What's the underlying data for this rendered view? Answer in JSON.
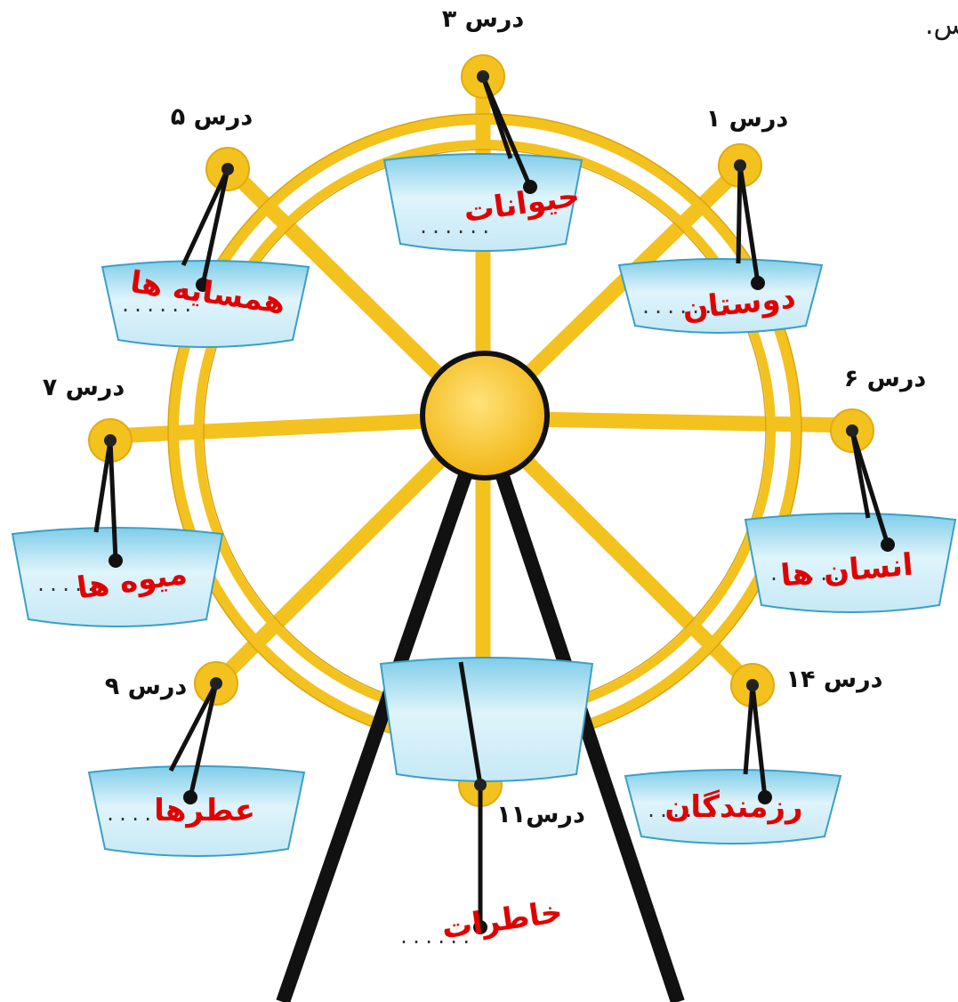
{
  "instruction": "بنویس.",
  "colors": {
    "frame": "#f3c21f",
    "frame_dark": "#c99a0a",
    "hub": "#f6c82a",
    "leg": "#111111",
    "cabin_light": "#dff4fb",
    "cabin_dark": "#7ccbe8",
    "answer": "#e10000"
  },
  "cabins": [
    {
      "lesson": "درس ۳",
      "answer": "حیوانات",
      "dots": "......"
    },
    {
      "lesson": "درس ۱",
      "answer": "دوستان",
      "dots": "......"
    },
    {
      "lesson": "درس ۶",
      "answer": "انسان ها",
      "dots": "......"
    },
    {
      "lesson": "درس ۱۴",
      "answer": "رزمندگان",
      "dots": "......"
    },
    {
      "lesson": "درس۱۱",
      "answer": "خاطرات",
      "dots": "......"
    },
    {
      "lesson": "درس ۹",
      "answer": "عطرها",
      "dots": "......"
    },
    {
      "lesson": "درس ۷",
      "answer": "میوه ها",
      "dots": "......"
    },
    {
      "lesson": "درس ۵",
      "answer": "همسایه ها",
      "dots": "......"
    }
  ]
}
